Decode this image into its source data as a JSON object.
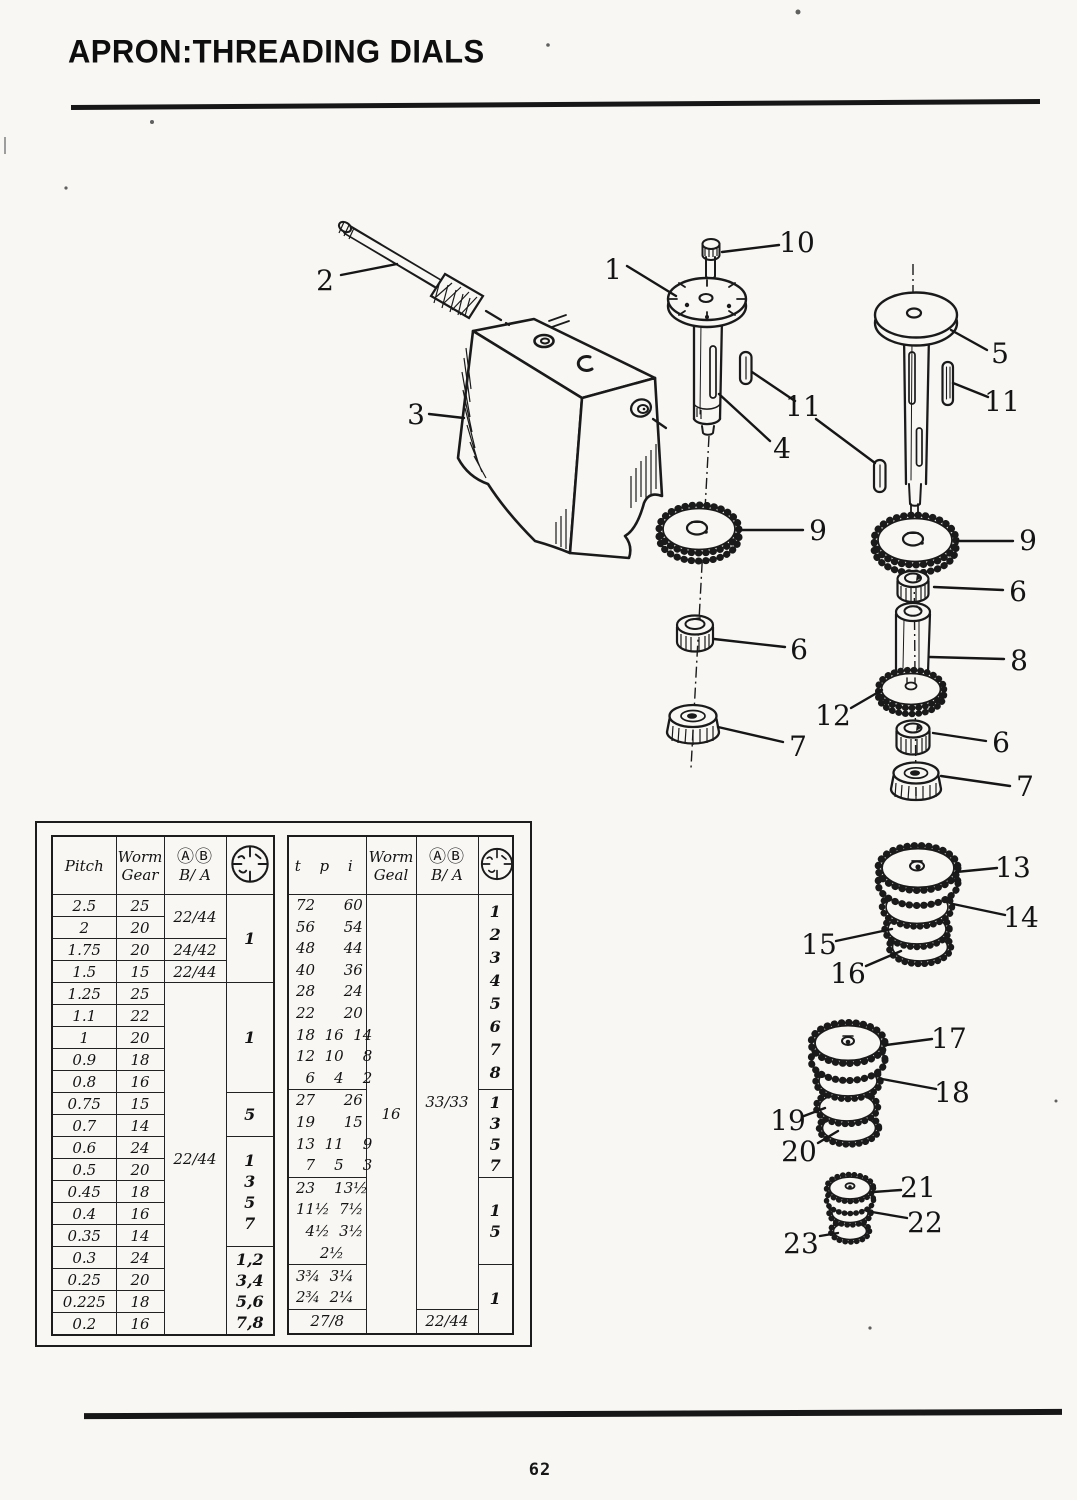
{
  "page": {
    "title": "APRON:THREADING DIALS",
    "page_number": "62"
  },
  "metric_table": {
    "header": {
      "pitch": "Pitch",
      "worm_gear": "Worm\nGear",
      "ab": "ⒶⒷ",
      "ba": "B/ A"
    },
    "rows": [
      {
        "pitch": "2.5",
        "gear": "25"
      },
      {
        "pitch": "2",
        "gear": "20"
      },
      {
        "pitch": "1.75",
        "gear": "20"
      },
      {
        "pitch": "1.5",
        "gear": "15"
      },
      {
        "pitch": "1.25",
        "gear": "25"
      },
      {
        "pitch": "1.1",
        "gear": "22"
      },
      {
        "pitch": "1",
        "gear": "20"
      },
      {
        "pitch": "0.9",
        "gear": "18"
      },
      {
        "pitch": "0.8",
        "gear": "16"
      },
      {
        "pitch": "0.75",
        "gear": "15"
      },
      {
        "pitch": "0.7",
        "gear": "14"
      },
      {
        "pitch": "0.6",
        "gear": "24"
      },
      {
        "pitch": "0.5",
        "gear": "20"
      },
      {
        "pitch": "0.45",
        "gear": "18"
      },
      {
        "pitch": "0.4",
        "gear": "16"
      },
      {
        "pitch": "0.35",
        "gear": "14"
      },
      {
        "pitch": "0.3",
        "gear": "24"
      },
      {
        "pitch": "0.25",
        "gear": "20"
      },
      {
        "pitch": "0.225",
        "gear": "18"
      },
      {
        "pitch": "0.2",
        "gear": "16"
      }
    ],
    "ba_cells": [
      "22/44",
      "24/42",
      "22/44",
      "22/44"
    ],
    "dial_cells": [
      "1",
      "1",
      "5",
      "1\n3\n5\n7",
      "1,2\n3,4\n5,6\n7,8"
    ]
  },
  "tpi_table": {
    "header": {
      "tpi": "t p i",
      "worm_gear": "Worm\nGeal",
      "ab": "ⒶⒷ",
      "ba": "B/ A"
    },
    "tpi_cells": [
      "72      60\n56      54\n48      44\n40      36\n28      24\n22      20\n18  16  14\n12  10    8\n  6    4    2",
      "27      26\n19      15\n13  11    9\n  7    5    3",
      "23    13½\n11½  7½\n  4½  3½\n     2½",
      "3¾  3¼\n2¾  2¼"
    ],
    "tpi_footer": "27/8",
    "worm_gear_value": "16",
    "ba_cells": [
      "33/33",
      "22/44"
    ],
    "dial_cells": [
      "1\n2\n3\n4\n5\n6\n7\n8",
      "1\n3\n5\n7",
      "1\n5",
      "1"
    ]
  },
  "diagram": {
    "callouts": [
      {
        "label": "2"
      },
      {
        "label": "1"
      },
      {
        "label": "10"
      },
      {
        "label": "5"
      },
      {
        "label": "11"
      },
      {
        "label": "11"
      },
      {
        "label": "3"
      },
      {
        "label": "4"
      },
      {
        "label": "9"
      },
      {
        "label": "9"
      },
      {
        "label": "6"
      },
      {
        "label": "6"
      },
      {
        "label": "8"
      },
      {
        "label": "12"
      },
      {
        "label": "6"
      },
      {
        "label": "7"
      },
      {
        "label": "7"
      },
      {
        "label": "13"
      },
      {
        "label": "14"
      },
      {
        "label": "15"
      },
      {
        "label": "16"
      },
      {
        "label": "17"
      },
      {
        "label": "18"
      },
      {
        "label": "19"
      },
      {
        "label": "20"
      },
      {
        "label": "21"
      },
      {
        "label": "22"
      },
      {
        "label": "23"
      }
    ]
  }
}
